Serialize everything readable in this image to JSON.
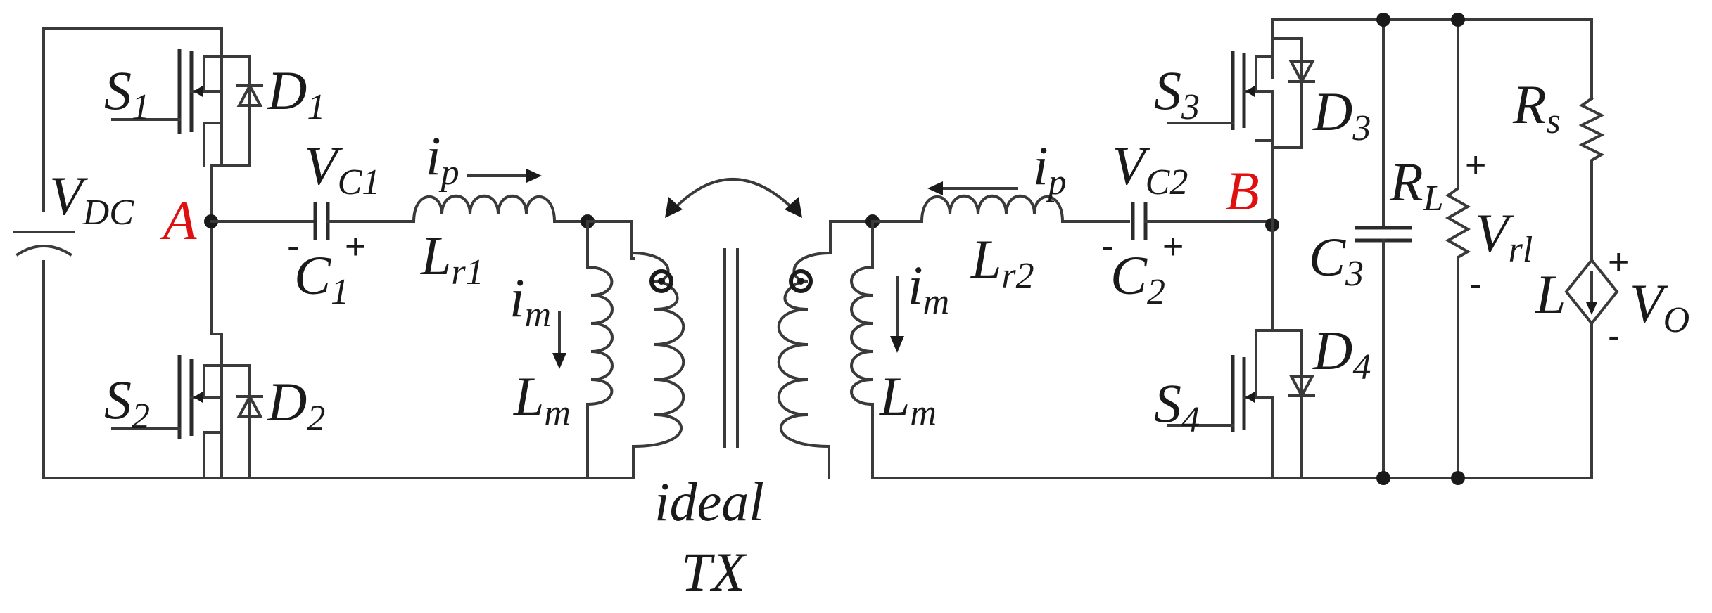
{
  "labels": {
    "S1": {
      "main": "S",
      "sub": "1"
    },
    "S2": {
      "main": "S",
      "sub": "2"
    },
    "S3": {
      "main": "S",
      "sub": "3"
    },
    "S4": {
      "main": "S",
      "sub": "4"
    },
    "D1": {
      "main": "D",
      "sub": "1"
    },
    "D2": {
      "main": "D",
      "sub": "2"
    },
    "D3": {
      "main": "D",
      "sub": "3"
    },
    "D4": {
      "main": "D",
      "sub": "4"
    },
    "VDC": {
      "main": "V",
      "sub": "DC"
    },
    "nodeA": "A",
    "nodeB": "B",
    "VC1": {
      "main": "V",
      "sub": "C1"
    },
    "VC2": {
      "main": "V",
      "sub": "C2"
    },
    "C1": {
      "main": "C",
      "sub": "1"
    },
    "C2": {
      "main": "C",
      "sub": "2"
    },
    "C3": {
      "main": "C",
      "sub": "3"
    },
    "ip_left": {
      "main": "i",
      "sub": "p"
    },
    "ip_right": {
      "main": "i",
      "sub": "p"
    },
    "Lr1": {
      "main": "L",
      "sub": "r1"
    },
    "Lr2": {
      "main": "L",
      "sub": "r2"
    },
    "im_left": {
      "main": "i",
      "sub": "m"
    },
    "im_right": {
      "main": "i",
      "sub": "m"
    },
    "Lm_left": {
      "main": "L",
      "sub": "m"
    },
    "Lm_right": {
      "main": "L",
      "sub": "m"
    },
    "RL": {
      "main": "R",
      "sub": "L"
    },
    "Vrl": {
      "main": "V",
      "sub": "rl"
    },
    "Rs": {
      "main": "R",
      "sub": "s"
    },
    "L": "L",
    "VO": {
      "main": "V",
      "sub": "O"
    },
    "tx_line1": "ideal",
    "tx_line2": "TX",
    "plus": "+",
    "minus": "-"
  },
  "colors": {
    "wire": "#3a3a3a",
    "node_label": "#e01010",
    "text": "#1a1a1a"
  }
}
